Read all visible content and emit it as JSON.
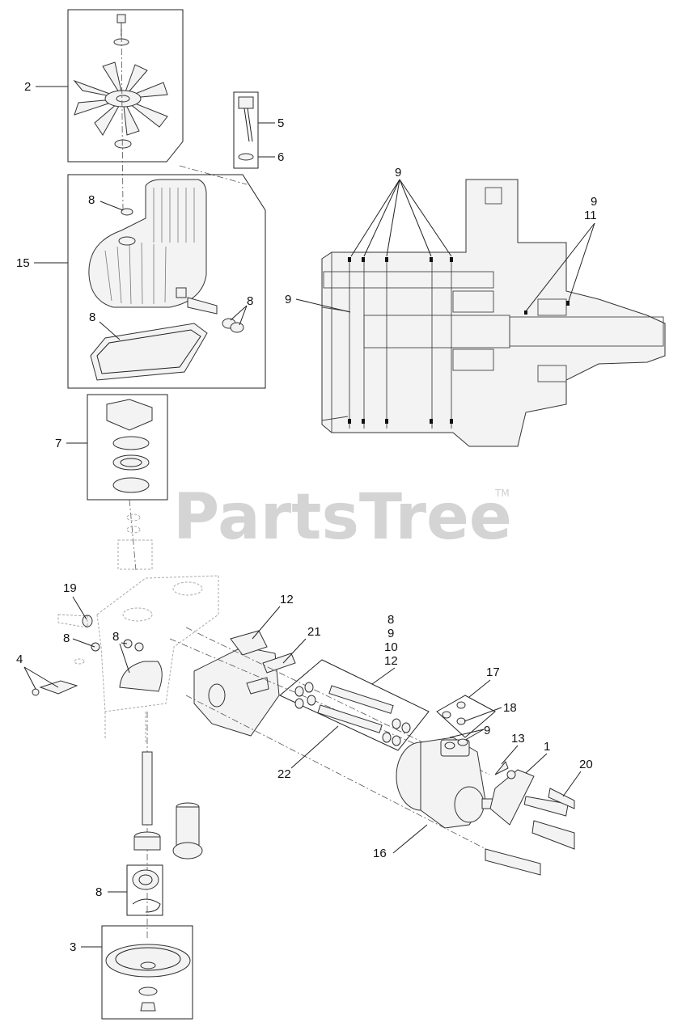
{
  "watermark": {
    "text": "PartsTree",
    "tm": "TM"
  },
  "callouts": {
    "c2": "2",
    "c5": "5",
    "c6": "6",
    "c9_top": "9",
    "c9_right": "9",
    "c11": "11",
    "c8_cover": "8",
    "c15": "15",
    "c9_left": "9",
    "c8_pair": "8",
    "c8_gasket": "8",
    "c7": "7",
    "c19": "19",
    "c12_top": "12",
    "c8_left": "8",
    "c21": "21",
    "c8_group": "8",
    "c9_group": "9",
    "c10_group": "10",
    "c12_group": "12",
    "c4": "4",
    "c8_seal": "8",
    "c17": "17",
    "c18": "18",
    "c9_kit": "9",
    "c13": "13",
    "c1": "1",
    "c20": "20",
    "c22": "22",
    "c16": "16",
    "c8_bearing": "8",
    "c3": "3"
  }
}
